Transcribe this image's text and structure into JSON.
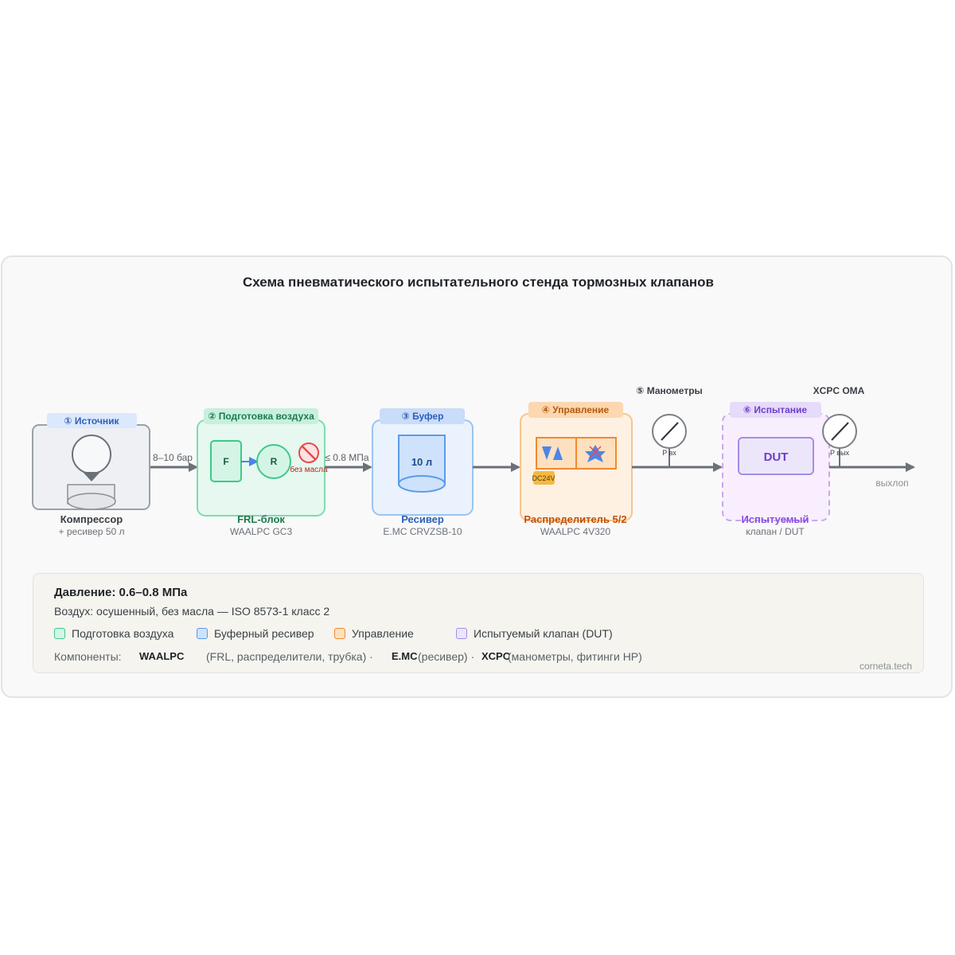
{
  "title": "Схема пневматического испытательного стенда тормозных клапанов",
  "blocks": {
    "source": {
      "tag": "① Источник",
      "name": "Компрессор",
      "sub": "+ ресивер 50 л"
    },
    "frl": {
      "tag": "② Подготовка воздуха",
      "name": "FRL-блок",
      "sub": "WAALPC GC3",
      "filter": "F",
      "regulator": "R",
      "no_oil": "без масла"
    },
    "receiver": {
      "tag": "③ Буфер",
      "name": "Ресивер",
      "sub": "E.MC CRVZSB-10",
      "volume": "10 л"
    },
    "valve": {
      "tag": "④ Управление",
      "name": "Распределитель 5/2",
      "sub": "WAALPC 4V320",
      "coil": "DC24V"
    },
    "gauges": {
      "tag": "⑤ Манометры",
      "brand": "XCPC OMA",
      "p_in": "P вх",
      "p_out": "P вых"
    },
    "dut": {
      "tag": "⑥ Испытание",
      "name": "Испытуемый",
      "sub": "клапан / DUT",
      "box": "DUT"
    }
  },
  "flow": {
    "in_pressure": "8–10 бар",
    "out_pressure": "≤ 0.8 МПа",
    "exhaust": "выхлоп"
  },
  "legend": {
    "pressure": "Давление: 0.6–0.8 МПа",
    "air": "Воздух: осушенный, без масла — ISO 8573-1 класс 2",
    "items": [
      {
        "label": "Подготовка воздуха",
        "fill": "#d4f5e6",
        "border": "#3ec88a"
      },
      {
        "label": "Буферный ресивер",
        "fill": "#cfe2fb",
        "border": "#5b9bea"
      },
      {
        "label": "Управление",
        "fill": "#fde0c0",
        "border": "#f08a2c"
      },
      {
        "label": "Испытуемый клапан (DUT)",
        "fill": "#ece6fb",
        "border": "#a58ce8"
      }
    ],
    "components_label": "Компоненты:",
    "c1_brand": "WAALPC",
    "c1_desc": "(FRL, распределители, трубка) ·",
    "c2_brand": "E.MC",
    "c2_desc": "(ресивер) ·",
    "c3_brand": "XCPC",
    "c3_desc": "(манометры, фитинги HP)",
    "site": "corneta.tech"
  }
}
